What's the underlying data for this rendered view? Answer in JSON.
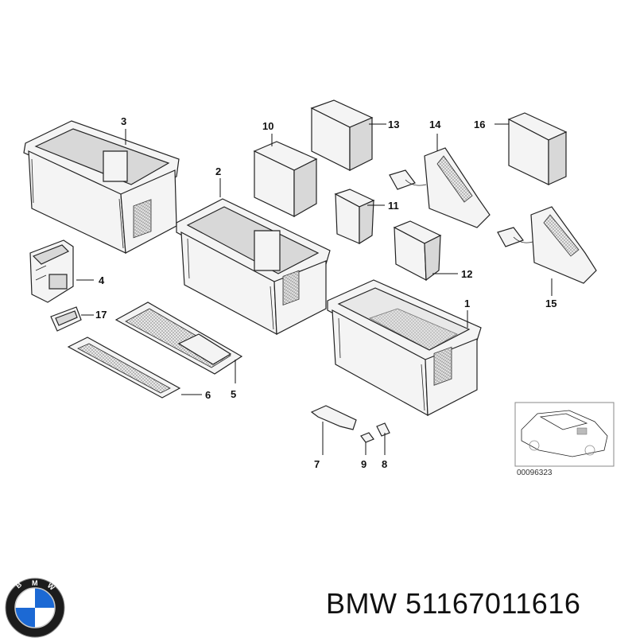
{
  "callouts": {
    "c1": "1",
    "c2": "2",
    "c3": "3",
    "c4": "4",
    "c5": "5",
    "c6": "6",
    "c7": "7",
    "c8": "8",
    "c9": "9",
    "c10": "10",
    "c11": "11",
    "c12": "12",
    "c13": "13",
    "c14": "14",
    "c15": "15",
    "c16": "16",
    "c17": "17"
  },
  "thumbnail": {
    "id": "00096323"
  },
  "logo": {
    "text": "BMW",
    "colors": {
      "ring": "#1c1c1c",
      "blue": "#1c69d4",
      "white": "#ffffff"
    }
  },
  "footer": {
    "brand": "BMW",
    "part_number": "51167011616",
    "label": "BMW 51167011616"
  }
}
